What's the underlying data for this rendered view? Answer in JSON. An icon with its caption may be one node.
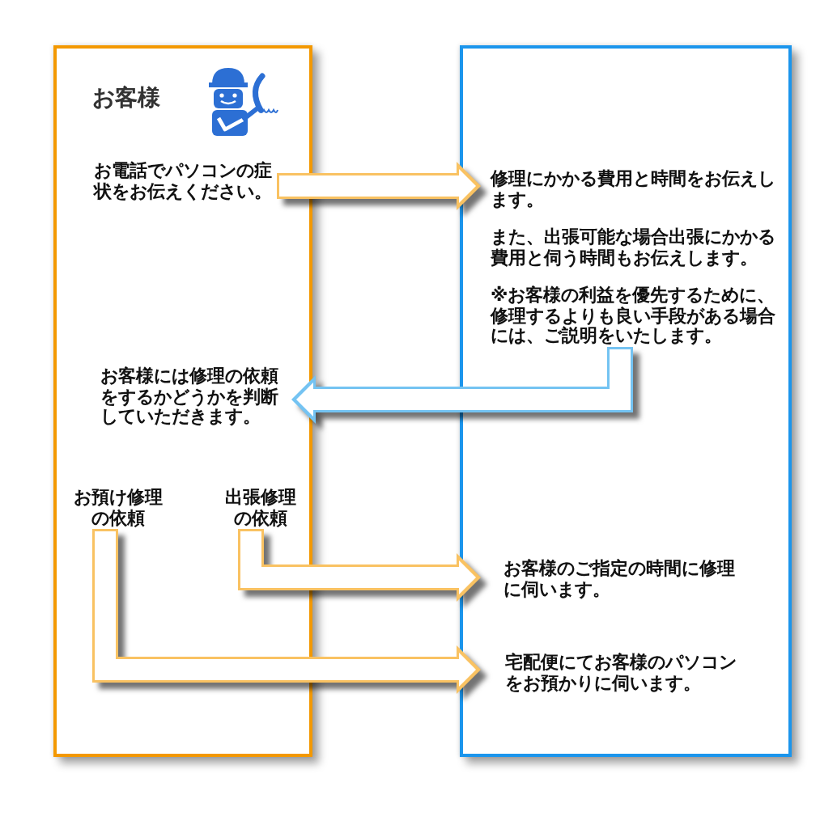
{
  "diagram": {
    "nodes": [
      {
        "text": [
          "お客様"
        ]
      },
      {
        "text": [],
        "shape": "box"
      },
      {
        "text": [
          "お電話でパソコンの症状をお伝えください。"
        ],
        "in": 0
      },
      {
        "text": [
          "修理にかかる費用と時間をお伝えします。",
          "また、出張可能な場合出張にかかる費用と伺う時間もお伝えします。",
          "※お客様の利益を優先するために、修理するよりも良い手段がある場合には、ご説明をいたします。"
        ],
        "in": 1
      },
      {
        "text": [
          "お客様には修理の依頼をするかどうかを判断していただきます。"
        ],
        "in": 0
      },
      {
        "text": [
          "お預け修理の依頼"
        ],
        "in": 0
      },
      {
        "text": [
          "出張修理の依頼"
        ],
        "in": 0
      },
      {
        "text": [
          "お客様のご指定の時間に修理に伺います。"
        ],
        "in": 1
      },
      {
        "text": [
          "宅配便にてお客様のパソコンをお預かりに伺います。"
        ],
        "in": 1
      }
    ],
    "edges": [
      {
        "from": 2,
        "to": 3,
        "arrow": "to"
      },
      {
        "from": 3,
        "to": 4,
        "arrow": "to",
        "color": "#74c3f2"
      },
      {
        "from": 6,
        "to": 7,
        "arrow": "to"
      },
      {
        "from": 5,
        "to": 8,
        "arrow": "to"
      }
    ]
  }
}
